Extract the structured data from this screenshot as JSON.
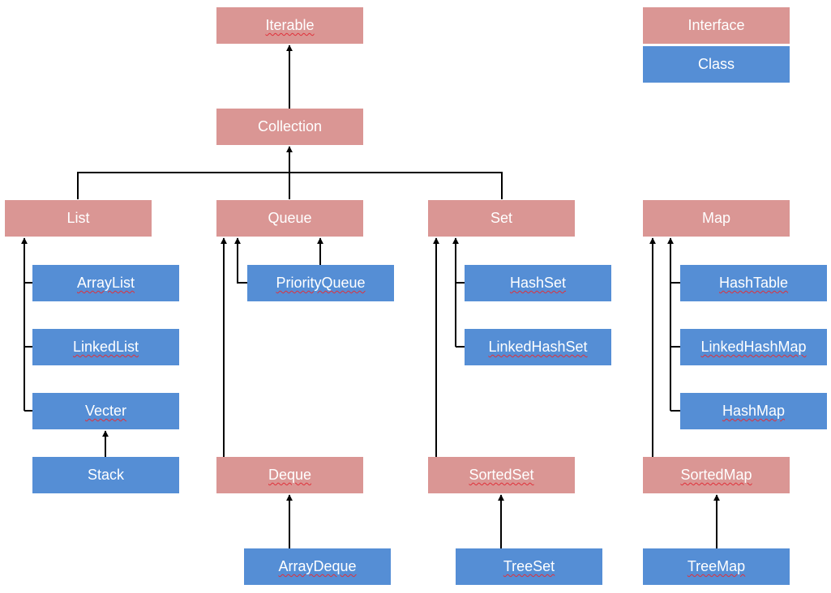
{
  "legend": {
    "interface": "Interface",
    "class": "Class"
  },
  "colors": {
    "interface": "#da9694",
    "class": "#558ed5",
    "line": "#000000"
  },
  "nodes": {
    "iterable": "Iterable",
    "collection": "Collection",
    "list": "List",
    "queue": "Queue",
    "set": "Set",
    "map": "Map",
    "arraylist": "ArrayList",
    "linkedlist": "LinkedList",
    "vecter": "Vecter",
    "stack": "Stack",
    "priorityqueue": "PriorityQueue",
    "deque": "Deque",
    "arraydeque": "ArrayDeque",
    "hashset": "HashSet",
    "linkedhashset": "LinkedHashSet",
    "sortedset": "SortedSet",
    "treeset": "TreeSet",
    "hashtable": "HashTable",
    "linkedhashmap": "LinkedHashMap",
    "hashmap": "HashMap",
    "sortedmap": "SortedMap",
    "treemap": "TreeMap"
  }
}
